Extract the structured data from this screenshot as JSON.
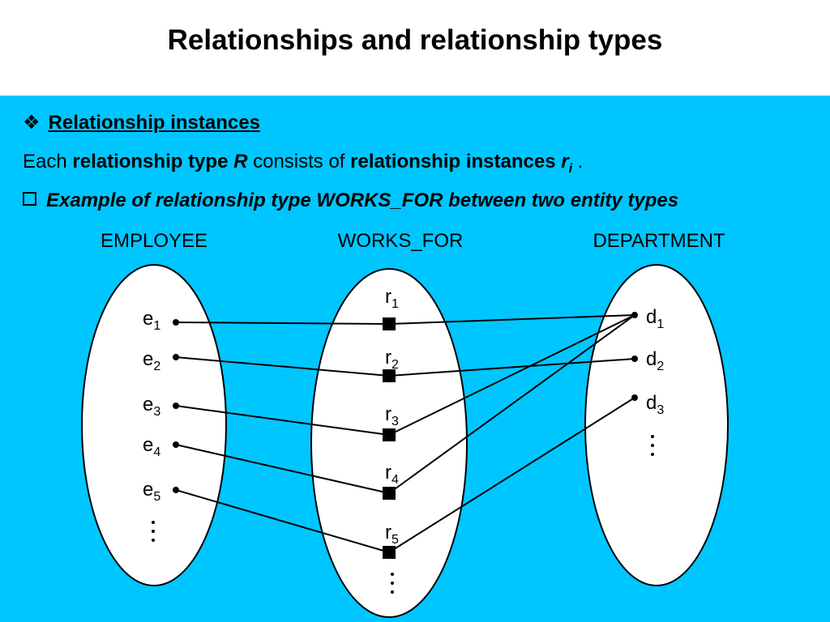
{
  "title": "Relationships and relationship types",
  "bullet1": {
    "symbol": "❖",
    "text": "Relationship instances"
  },
  "line2": {
    "pre": "Each ",
    "b1": "relationship type ",
    "bi1": "R",
    "mid": " consists of ",
    "b2": "relationship instances ",
    "bi2": "r",
    "sub": "i",
    "post": " ."
  },
  "example": "Example of relationship type WORKS_FOR between two entity types",
  "sets": {
    "employee": {
      "name": "EMPLOYEE",
      "items": [
        [
          "e",
          "1"
        ],
        [
          "e",
          "2"
        ],
        [
          "e",
          "3"
        ],
        [
          "e",
          "4"
        ],
        [
          "e",
          "5"
        ]
      ]
    },
    "works_for": {
      "name": "WORKS_FOR",
      "items": [
        [
          "r",
          "1"
        ],
        [
          "r",
          "2"
        ],
        [
          "r",
          "3"
        ],
        [
          "r",
          "4"
        ],
        [
          "r",
          "5"
        ]
      ]
    },
    "department": {
      "name": "DEPARTMENT",
      "items": [
        [
          "d",
          "1"
        ],
        [
          "d",
          "2"
        ],
        [
          "d",
          "3"
        ]
      ]
    }
  },
  "links": [
    {
      "e": 1,
      "r": 1,
      "d": 1
    },
    {
      "e": 2,
      "r": 2,
      "d": 2
    },
    {
      "e": 3,
      "r": 3,
      "d": 1
    },
    {
      "e": 4,
      "r": 4,
      "d": 1
    },
    {
      "e": 5,
      "r": 5,
      "d": 3
    }
  ]
}
